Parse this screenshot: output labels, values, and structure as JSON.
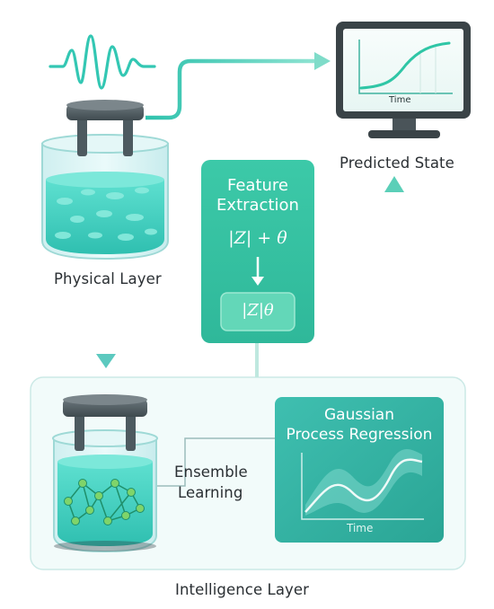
{
  "labels": {
    "physical_layer": "Physical Layer",
    "predicted_state": "Predicted State",
    "intelligence_layer": "Intelligence Layer",
    "ensemble_line1": "Ensemble",
    "ensemble_line2": "Learning"
  },
  "feature_card": {
    "title_line1": "Feature",
    "title_line2": "Extraction",
    "formula_top": "|Z| + θ",
    "formula_bottom": "|Z|θ"
  },
  "gpr_card": {
    "title_line1": "Gaussian",
    "title_line2": "Process Regression",
    "axis_label": "Time"
  },
  "monitor": {
    "axis_label": "Time"
  },
  "icons": [
    "sine-wave-icon",
    "bioreactor-icon",
    "monitor-icon",
    "arrow-icon"
  ],
  "colors": {
    "teal": "#3cc8b4",
    "teal_dark": "#2a9d8f",
    "liquid": "#48d6c6",
    "card_green": "#36c3a3",
    "slate": "#4d5a60"
  }
}
